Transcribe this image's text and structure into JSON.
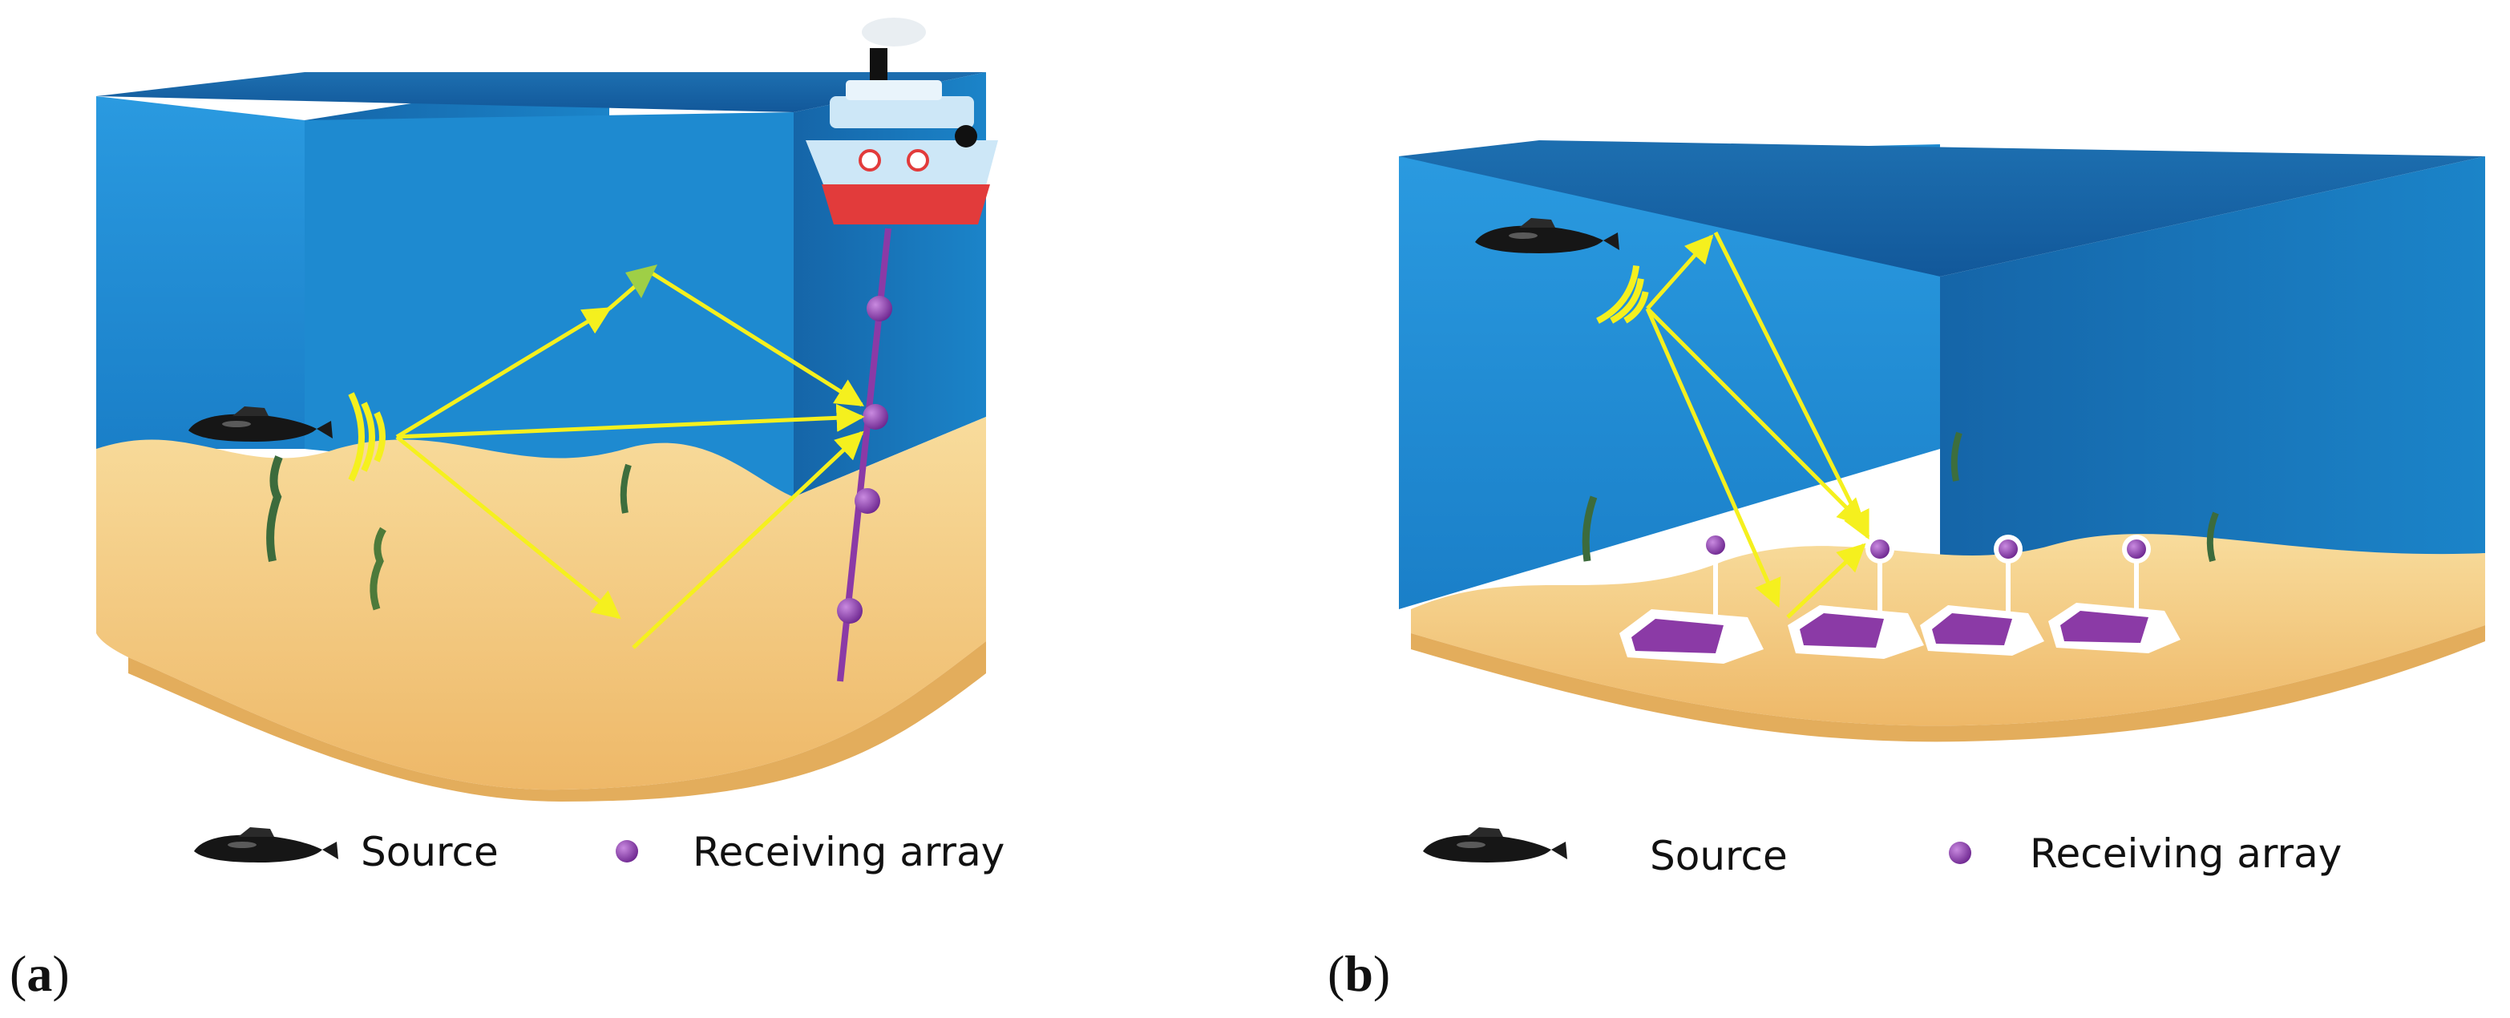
{
  "panels": [
    {
      "id": "a",
      "caption_open": "(",
      "caption_letter": "a",
      "caption_close": ")",
      "legend": {
        "source_label": "Source",
        "receiver_label": "Receiving array"
      }
    },
    {
      "id": "b",
      "caption_open": "(",
      "caption_letter": "b",
      "caption_close": ")",
      "legend": {
        "source_label": "Source",
        "receiver_label": "Receiving array"
      }
    }
  ],
  "colors": {
    "water_front": "#1f8fd4",
    "water_side": "#1373b6",
    "water_top": "#1a5f9c",
    "sand": "#f3cd84",
    "sand_dark": "#e3ad5c",
    "ray": "#f5f01e",
    "receiver": "#8b3aa6",
    "vehicle": "#1a1a1a",
    "ship_hull": "#e23b3b",
    "ship_body": "#cde7f7"
  },
  "icons": {
    "source": "underwater-vehicle-icon",
    "receiver": "purple-sphere-icon",
    "ship": "ship-icon",
    "platform": "seabed-platform-icon"
  }
}
